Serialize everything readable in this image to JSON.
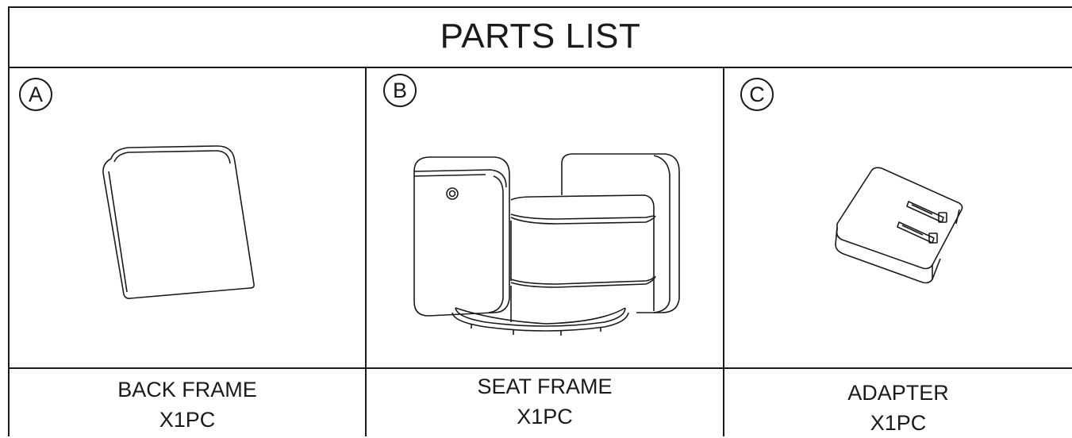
{
  "title": "PARTS LIST",
  "parts": [
    {
      "letter": "A",
      "name": "BACK FRAME",
      "qty": "X1PC",
      "icon": "back-frame-icon"
    },
    {
      "letter": "B",
      "name": "SEAT FRAME",
      "qty": "X1PC",
      "icon": "seat-frame-icon"
    },
    {
      "letter": "C",
      "name": "ADAPTER",
      "qty": "X1PC",
      "icon": "adapter-icon"
    }
  ]
}
